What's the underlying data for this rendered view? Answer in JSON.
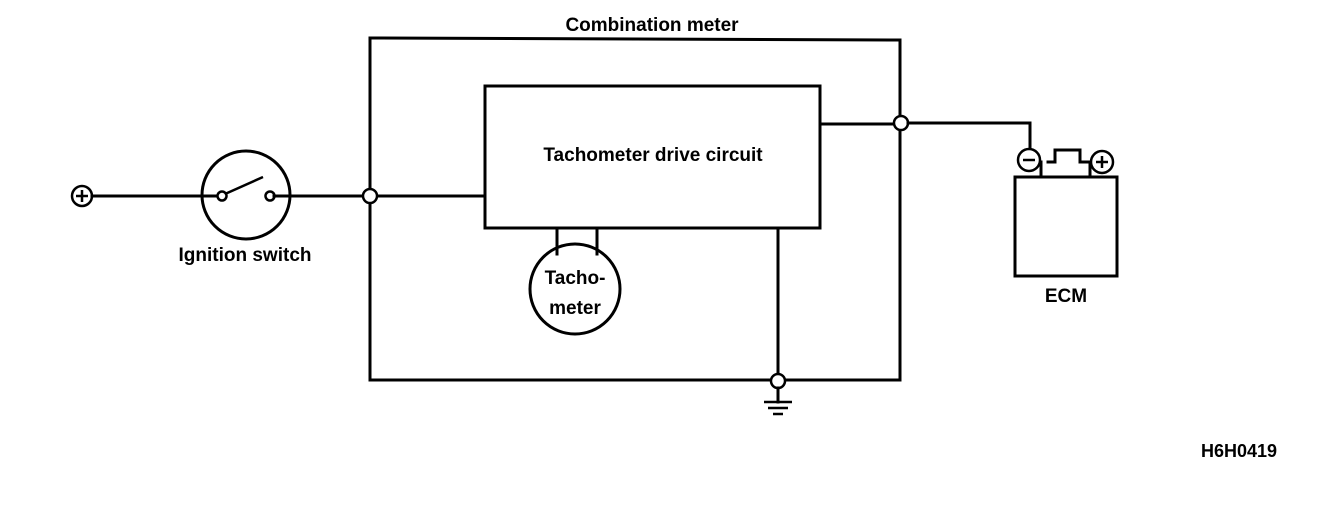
{
  "labels": {
    "combination_meter": "Combination meter",
    "tach_drive_circuit": "Tachometer drive circuit",
    "tacho_line1": "Tacho-",
    "tacho_line2": "meter",
    "ignition_switch": "Ignition switch",
    "ecm": "ECM",
    "figure_code": "H6H0419"
  },
  "symbols": {
    "battery_positive": "+",
    "ecm_negative": "−",
    "ecm_positive": "+"
  }
}
